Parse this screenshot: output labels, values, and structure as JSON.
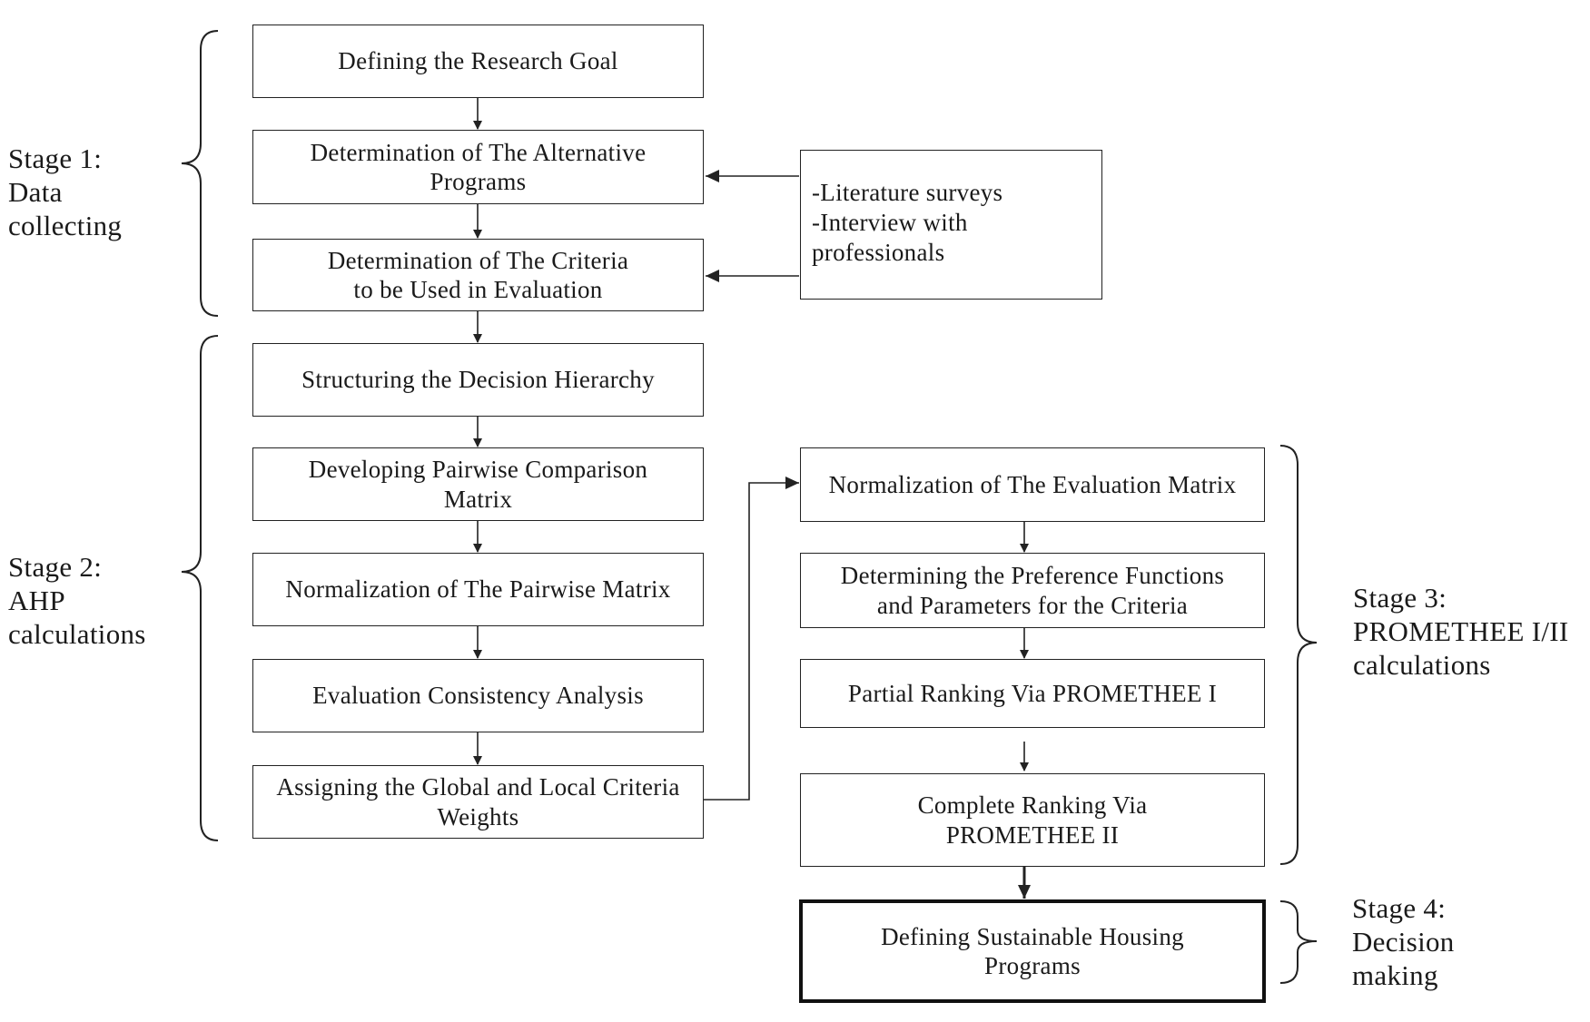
{
  "boxes": {
    "goal": "Defining the Research Goal",
    "alternatives": "Determination of The Alternative\nPrograms",
    "criteria": "Determination of The Criteria\nto be Used in Evaluation",
    "sources": "-Literature surveys\n-Interview with\nprofessionals",
    "hierarchy": "Structuring the Decision Hierarchy",
    "pairwise": "Developing Pairwise Comparison\nMatrix",
    "normalize_pairwise": "Normalization of The Pairwise Matrix",
    "consistency": "Evaluation Consistency Analysis",
    "weights": "Assigning the Global and Local Criteria\nWeights",
    "normalize_eval": "Normalization of The Evaluation Matrix",
    "preference": "Determining the Preference Functions\nand Parameters for the Criteria",
    "partial": "Partial Ranking Via PROMETHEE I",
    "complete": "Complete Ranking Via\nPROMETHEE II",
    "final": "Defining Sustainable Housing\nPrograms"
  },
  "stages": {
    "stage1": "Stage 1:\nData\ncollecting",
    "stage2": "Stage 2:\nAHP\ncalculations",
    "stage3": "Stage 3:\nPROMETHEE I/II\ncalculations",
    "stage4": "Stage 4:\nDecision\nmaking"
  },
  "colors": {
    "line": "#222222",
    "text": "#1a1a1a"
  }
}
